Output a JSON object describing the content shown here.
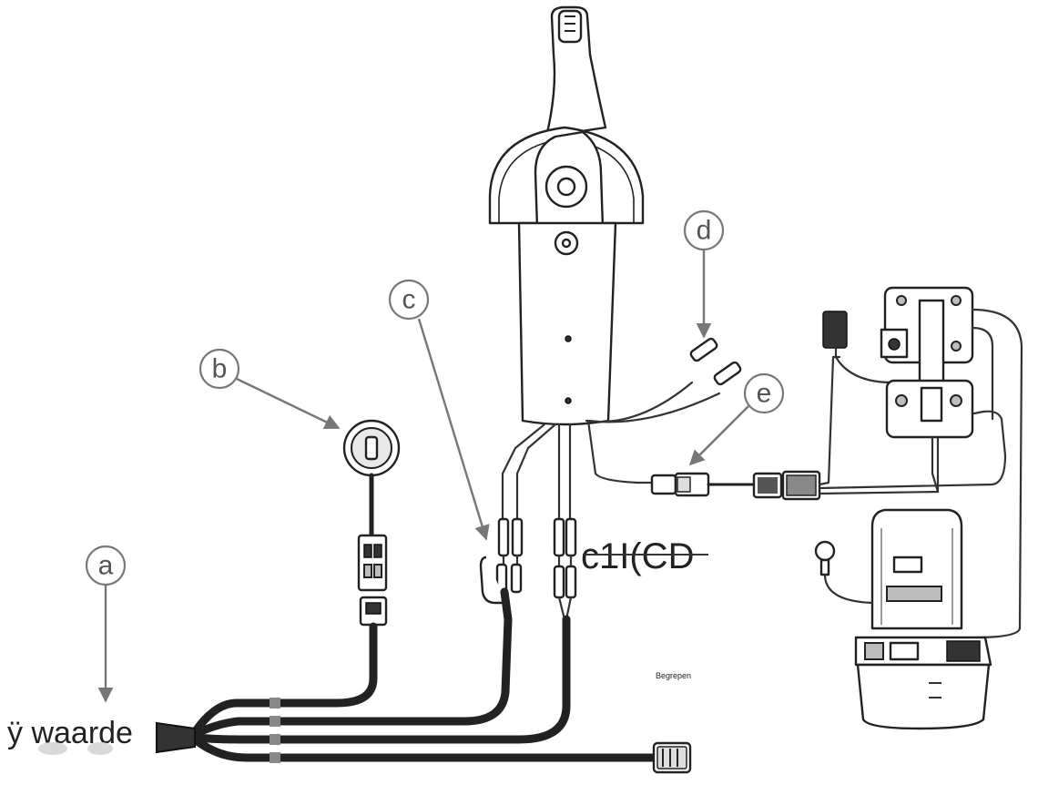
{
  "callouts": [
    {
      "id": "a",
      "label": "a"
    },
    {
      "id": "b",
      "label": "b"
    },
    {
      "id": "c",
      "label": "c"
    },
    {
      "id": "d",
      "label": "d"
    },
    {
      "id": "e",
      "label": "e"
    }
  ],
  "overlay_texts": {
    "left_label": "ÿ  waarde",
    "middle_label": "c1I(CD",
    "small_label": "Begrepen"
  }
}
